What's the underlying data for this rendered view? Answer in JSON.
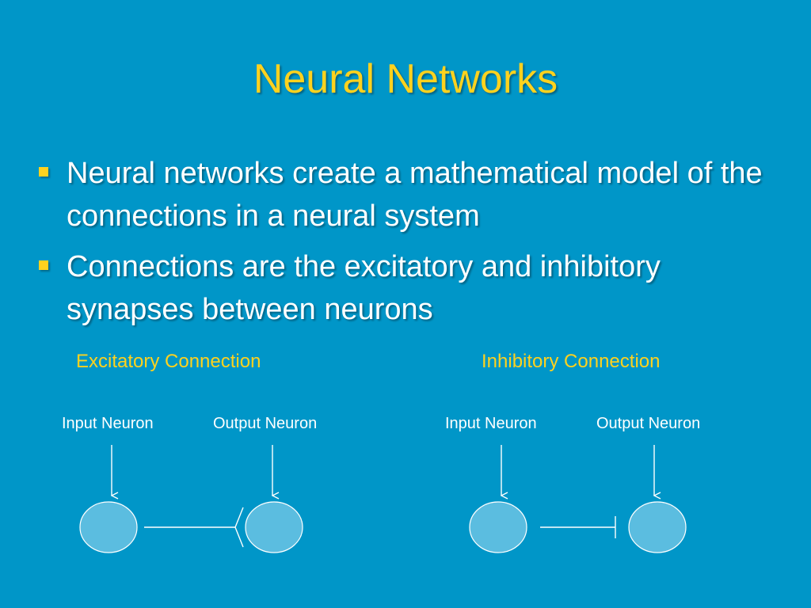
{
  "slide": {
    "title": "Neural Networks",
    "bullets": [
      "Neural networks create a mathematical model of the connections in a neural system",
      "Connections are the excitatory and inhibitory synapses between neurons"
    ]
  },
  "diagrams": {
    "excitatory": {
      "caption": "Excitatory Connection",
      "input_label": "Input Neuron",
      "output_label": "Output Neuron"
    },
    "inhibitory": {
      "caption": "Inhibitory Connection",
      "input_label": "Input Neuron",
      "output_label": "Output Neuron"
    }
  },
  "colors": {
    "background": "#0096c8",
    "title": "#ffd21e",
    "caption": "#ffd21e",
    "text": "#ffffff",
    "neuron_fill": "#5bbde0",
    "lines": "#ffffff"
  }
}
